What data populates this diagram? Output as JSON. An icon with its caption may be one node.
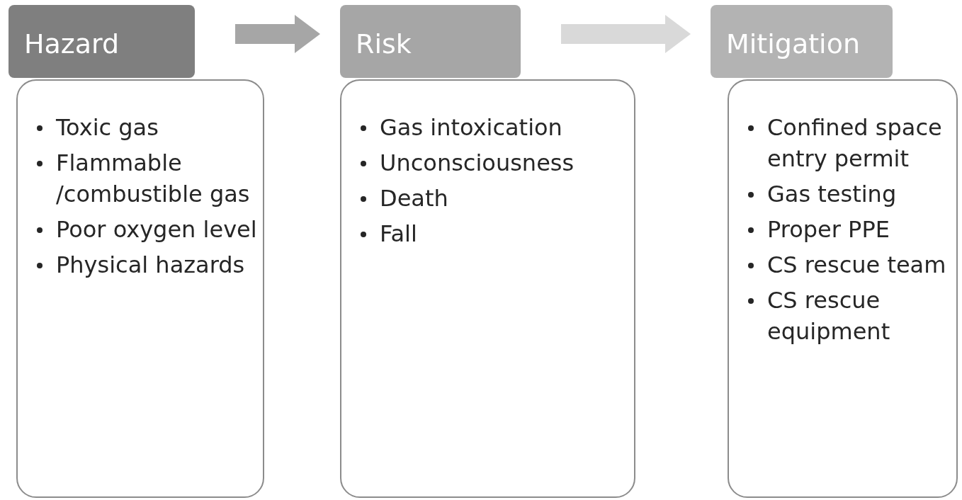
{
  "diagram": {
    "nodes": [
      {
        "text": [
          "Hazard"
        ]
      },
      {
        "text": [
          "Toxic gas",
          "Flammable /combustible gas",
          "Poor oxygen level",
          "Physical hazards"
        ]
      },
      {
        "text": [
          "Risk"
        ]
      },
      {
        "text": [
          "Gas intoxication",
          "Unconsciousness",
          "Death",
          "Fall"
        ]
      },
      {
        "text": [
          "Mitigation"
        ]
      },
      {
        "text": [
          "Confined space entry permit",
          "Gas testing",
          "Proper PPE",
          "CS rescue team",
          "CS rescue equipment"
        ]
      }
    ],
    "edges": [
      {
        "from": 0,
        "to": 2,
        "arrow": "to",
        "color": "#a6a6a6"
      },
      {
        "from": 2,
        "to": 4,
        "arrow": "to",
        "color": "#d9d9d9"
      }
    ]
  }
}
